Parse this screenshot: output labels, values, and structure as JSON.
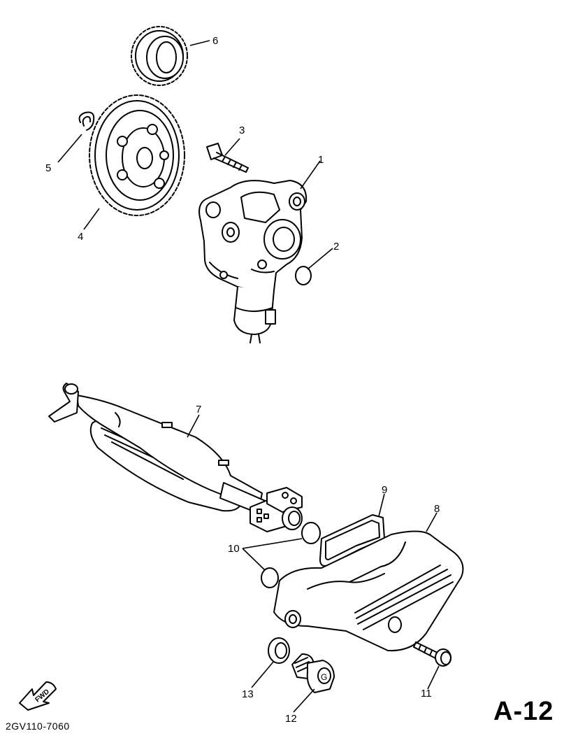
{
  "callouts": {
    "c1": "1",
    "c2": "2",
    "c3": "3",
    "c4": "4",
    "c5": "5",
    "c6": "6",
    "c7": "7",
    "c8": "8",
    "c9": "9",
    "c10": "10",
    "c11": "11",
    "c12": "12",
    "c13": "13"
  },
  "fwd_label": "FWD",
  "sheet_code": "2GV110-7060",
  "page_label": "A-12"
}
